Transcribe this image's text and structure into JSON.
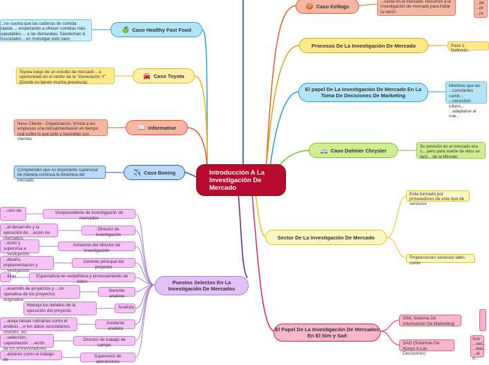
{
  "center": {
    "title": "Introducción A La Investigación De Mercado"
  },
  "left_topics": {
    "healthy": {
      "label": "Caso Healthy Fast Food",
      "icon": "apple-icon",
      "note": "...ne cuenta que las cadenas de comida rápida ... empezando a ofrecer comidas más saludables ... a las demandas, Sandelman & Associates ...en investigar este caso"
    },
    "toyota": {
      "label": "Caso Toyota",
      "icon": "car-icon",
      "note": "Toyota luego de un estudio de mercado ...e oportunidad en el sector de la \"Generación Y\" (Donde no tienen mucha presencia)"
    },
    "informative": {
      "label": "Informative",
      "icon": "book-icon",
      "note": "Neso Cliente - Organización, brinda a las empresas una retroalimentación en tiempo real sobre lo que pide y necesitan sus clientes"
    },
    "boeing": {
      "label": "Caso Boeing",
      "icon": "airplane-icon",
      "note": "Comprenden que es importante supervisar de manera continua la dinámica del mercado"
    },
    "puestos": {
      "label": "Puestos Selectos En La Investigación De Mercados",
      "items": [
        {
          "role": "Vicepresidente de investigación de mercados",
          "desc": "...ción de ..."
        },
        {
          "role": "Director de investigación",
          "desc": "...el desarrollo y la ejecución de ...ación de mercados."
        },
        {
          "role": "Asistente del director de investigación",
          "desc": "...ector y supervisa a ...vestigación."
        },
        {
          "role": "Gerente principal del proyecto",
          "desc": "...diseño, implementación y ...vestigación."
        },
        {
          "role": "Especialista en estadística y procesamiento de datos",
          "desc": "...ticas"
        },
        {
          "role": "Gerente analista",
          "desc": "...esarrollo de proyectos y ...ón operativa de los proyectos asignados."
        },
        {
          "role": "Analista",
          "desc": "Maneja los detalles de la ejecución del proyecto."
        },
        {
          "role": "Asistente analista",
          "desc": "...aneja tareas rutinarias como el análisis ...e los datos secundarios, revisión, etc."
        },
        {
          "role": "Director de trabajo de campo",
          "desc": "...selección, capacitación, ...ación de los entrevistadores"
        },
        {
          "role": "Supervisor de operaciones",
          "desc": "...aciones como el trabajo de"
        }
      ]
    }
  },
  "right_topics": {
    "kellogs": {
      "label": "Caso Kellogs",
      "icon": "cookie-icon",
      "note": "...caída en el mercado. Recurren a la investigación de mercado para hallar la razón",
      "edge_note": "...de ...pr ...ra"
    },
    "procesos": {
      "label": "Procesos De La Investigación De Mercado",
      "note": "Paso 1: Definició..."
    },
    "papel": {
      "label": "El papel De La Investigación De Mercado En La Toma De Decisiones De Marketing",
      "note": "Mientras que las ...constantes camb... ...necesitan inform... ...adaptarse al nue..."
    },
    "dolmier": {
      "label": "Caso Dolmier Chrysler",
      "icon": "van-icon",
      "note": "Su posición en el mercado era c... pero para suerte de ellos se lanz... de la Miniván"
    },
    "sector": {
      "label": "Sector De La Investigación De Mercado",
      "items": [
        "Esta formado por proveedores de este tipo de servicios",
        "Proporcionan servicios tales como"
      ]
    },
    "sim": {
      "label": "El Papel De La Investigación De Mercados En El Sim y Sad",
      "items": [
        "SIM( Sistema De Información De Marketing)",
        "SAD (Sistemas De Apoyo A Las Decisiones)"
      ],
      "edge_note": "Son ...red... ...bas... ...al u..."
    }
  }
}
